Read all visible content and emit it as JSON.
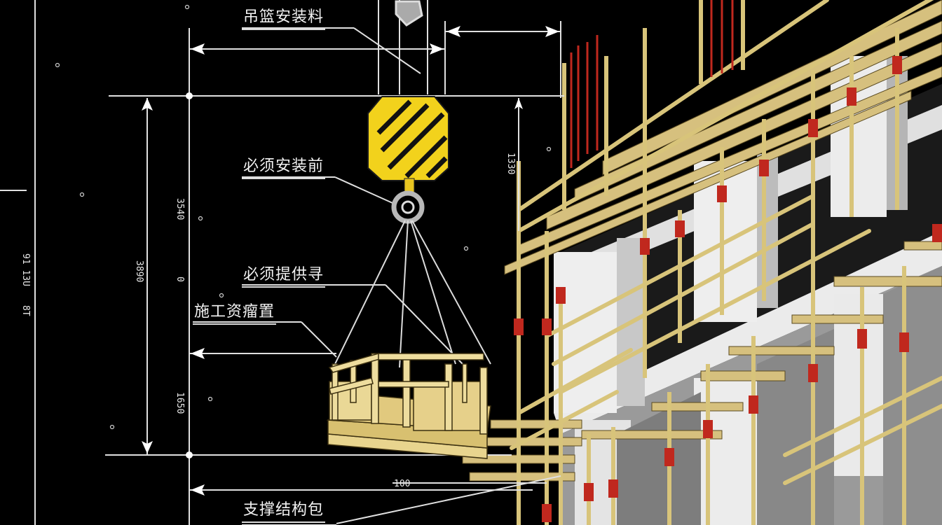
{
  "drawing": {
    "background": "#000000",
    "line_color": "#e6e6e6",
    "accent_colors": {
      "hook_block_yellow": "#f2d21c",
      "hook_block_stripe": "#111111",
      "basket_wood": "#e8d48e",
      "scaffold_tube": "#d9c57a",
      "scaffold_plank": "#cdb77a",
      "clamp_red": "#c0281e",
      "concrete_light": "#e6e6e6",
      "concrete_shadow": "#8e8e8e",
      "shackle_gray": "#b5b5b5"
    }
  },
  "labels": [
    {
      "id": "hoist-basket-install",
      "text": "吊篮安装料"
    },
    {
      "id": "must-install-before",
      "text": "必须安装前"
    },
    {
      "id": "must-provide",
      "text": "必须提供寻"
    },
    {
      "id": "construction-setup",
      "text": "施工资瘤置"
    },
    {
      "id": "support-structure",
      "text": "支撑结构包"
    }
  ],
  "dimensions": {
    "left_edge_a": "91 13U",
    "left_edge_b": "8T",
    "outer_vertical": "3890",
    "inner_vertical_top": "3540",
    "inner_vertical_mid": "0",
    "inner_vertical_bottom": "1650",
    "right_vertical": "1330",
    "bottom_horizontal": "100"
  }
}
